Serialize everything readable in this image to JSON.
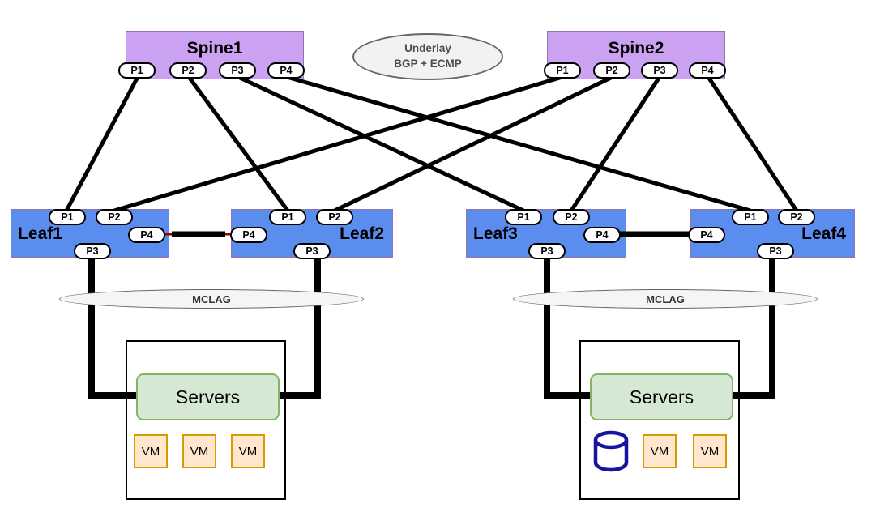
{
  "underlay": {
    "line1": "Underlay",
    "line2": "BGP + ECMP"
  },
  "spines": [
    {
      "label": "Spine1",
      "ports": [
        "P1",
        "P2",
        "P3",
        "P4"
      ]
    },
    {
      "label": "Spine2",
      "ports": [
        "P1",
        "P2",
        "P3",
        "P4"
      ]
    }
  ],
  "leaves": [
    {
      "label": "Leaf1",
      "ports": {
        "p1": "P1",
        "p2": "P2",
        "p3": "P3",
        "p4": "P4"
      }
    },
    {
      "label": "Leaf2",
      "ports": {
        "p1": "P1",
        "p2": "P2",
        "p3": "P3",
        "p4": "P4"
      }
    },
    {
      "label": "Leaf3",
      "ports": {
        "p1": "P1",
        "p2": "P2",
        "p3": "P3",
        "p4": "P4"
      }
    },
    {
      "label": "Leaf4",
      "ports": {
        "p1": "P1",
        "p2": "P2",
        "p3": "P3",
        "p4": "P4"
      }
    }
  ],
  "mclag": [
    {
      "label": "MCLAG"
    },
    {
      "label": "MCLAG"
    }
  ],
  "clusters": [
    {
      "title": "Servers",
      "vms": [
        "VM",
        "VM",
        "VM"
      ],
      "has_database_icon": false
    },
    {
      "title": "Servers",
      "vms": [
        "VM",
        "VM"
      ],
      "has_database_icon": true
    }
  ],
  "links": [
    {
      "from": "Spine1.P1",
      "to": "Leaf1.P1",
      "type": "fabric"
    },
    {
      "from": "Spine1.P2",
      "to": "Leaf2.P1",
      "type": "fabric"
    },
    {
      "from": "Spine1.P3",
      "to": "Leaf3.P1",
      "type": "fabric"
    },
    {
      "from": "Spine1.P4",
      "to": "Leaf4.P1",
      "type": "fabric"
    },
    {
      "from": "Spine2.P1",
      "to": "Leaf1.P2",
      "type": "fabric"
    },
    {
      "from": "Spine2.P2",
      "to": "Leaf2.P2",
      "type": "fabric"
    },
    {
      "from": "Spine2.P3",
      "to": "Leaf3.P2",
      "type": "fabric"
    },
    {
      "from": "Spine2.P4",
      "to": "Leaf4.P2",
      "type": "fabric"
    },
    {
      "from": "Leaf1.P4",
      "to": "Leaf2.P4",
      "type": "peer-link",
      "highlight": "#990000"
    },
    {
      "from": "Leaf3.P4",
      "to": "Leaf4.P4",
      "type": "peer-link"
    },
    {
      "from": "Leaf1.P3",
      "to": "Servers(left)",
      "type": "mclag-member"
    },
    {
      "from": "Leaf2.P3",
      "to": "Servers(left)",
      "type": "mclag-member"
    },
    {
      "from": "Leaf3.P3",
      "to": "Servers(right)",
      "type": "mclag-member"
    },
    {
      "from": "Leaf4.P3",
      "to": "Servers(right)",
      "type": "mclag-member"
    }
  ],
  "colors": {
    "background": "#FFFFFF",
    "spine_fill": "#CBA1F1",
    "spine_stroke": "#9673A6",
    "leaf_fill": "#5B8DEE",
    "leaf_stroke": "#9673A6",
    "link": "#000000",
    "peer_link_highlight": "#990000",
    "cloud_fill": "#F2F2F2",
    "cloud_stroke": "#666666",
    "servers_fill": "#D5E8D4",
    "servers_stroke": "#82B366",
    "vm_fill": "#FFE6CC",
    "vm_stroke": "#D79B00",
    "database_stroke": "#15159E"
  }
}
